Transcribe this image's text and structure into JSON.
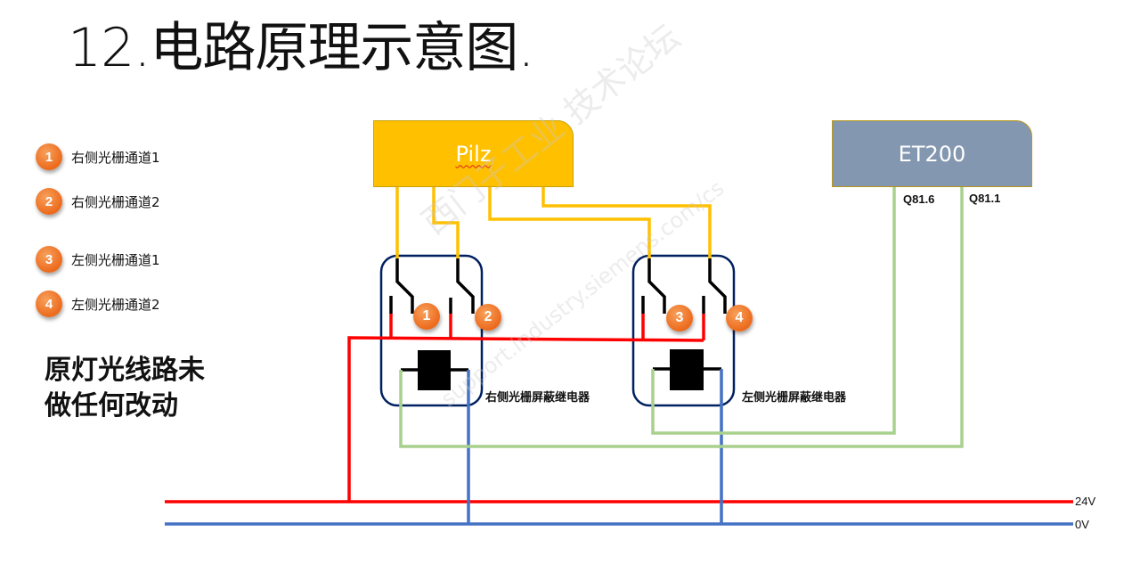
{
  "title": "12.电路原理示意图.",
  "legend": [
    {
      "num": "1",
      "label": "右侧光栅通道1"
    },
    {
      "num": "2",
      "label": "右侧光栅通道2"
    },
    {
      "num": "3",
      "label": "左侧光栅通道1"
    },
    {
      "num": "4",
      "label": "左侧光栅通道2"
    }
  ],
  "note": {
    "line1": "原灯光线路未",
    "line2": "做任何改动"
  },
  "pilz": {
    "label": "Pilz"
  },
  "et200": {
    "label": "ET200",
    "outputs": [
      "Q81.6",
      "Q81.1"
    ]
  },
  "relays": [
    {
      "label": "右侧光栅屏蔽继电器",
      "channels": [
        "1",
        "2"
      ]
    },
    {
      "label": "左侧光栅屏蔽继电器",
      "channels": [
        "3",
        "4"
      ]
    }
  ],
  "rails": {
    "positive": "24V",
    "zero": "0V"
  },
  "watermark": {
    "line1": "西门子工业 技术论坛",
    "line2": "support.industry.siemens.com/cs"
  },
  "colors": {
    "pilz": "#ffc000",
    "et200": "#8497b0",
    "wire_24v": "#ff0000",
    "wire_0v": "#4472c4",
    "wire_signal": "#a9d18e",
    "wire_pilz": "#ffc000",
    "relay_outline": "#002060",
    "badge": "#ed7d31"
  }
}
